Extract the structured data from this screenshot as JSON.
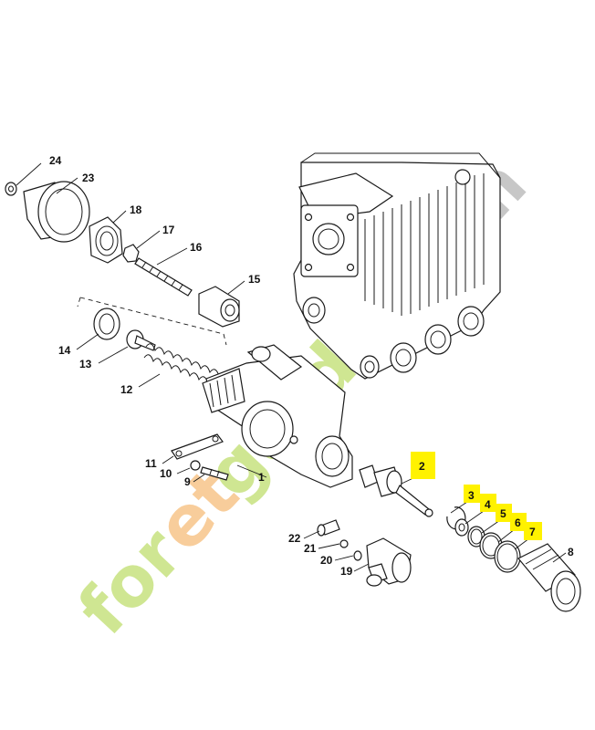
{
  "colors": {
    "highlight": "#fff200",
    "watermark_green": "#a9d23a",
    "watermark_orange": "#f3a64a",
    "watermark_gray": "#9a9a9a",
    "line": "#1a1a1a"
  },
  "watermark": {
    "part1": "for",
    "part2": "et",
    "part3": "garden",
    "part4": ".com"
  },
  "labels": {
    "p1": "1",
    "p2": "2",
    "p3": "3",
    "p4": "4",
    "p5": "5",
    "p6": "6",
    "p7": "7",
    "p8": "8",
    "p9": "9",
    "p10": "10",
    "p11": "11",
    "p12": "12",
    "p13": "13",
    "p14": "14",
    "p15": "15",
    "p16": "16",
    "p17": "17",
    "p18": "18",
    "p19": "19",
    "p20": "20",
    "p21": "21",
    "p22": "22",
    "p23": "23",
    "p24": "24"
  },
  "highlighted_parts": [
    "2",
    "3",
    "4",
    "5",
    "6",
    "7"
  ]
}
